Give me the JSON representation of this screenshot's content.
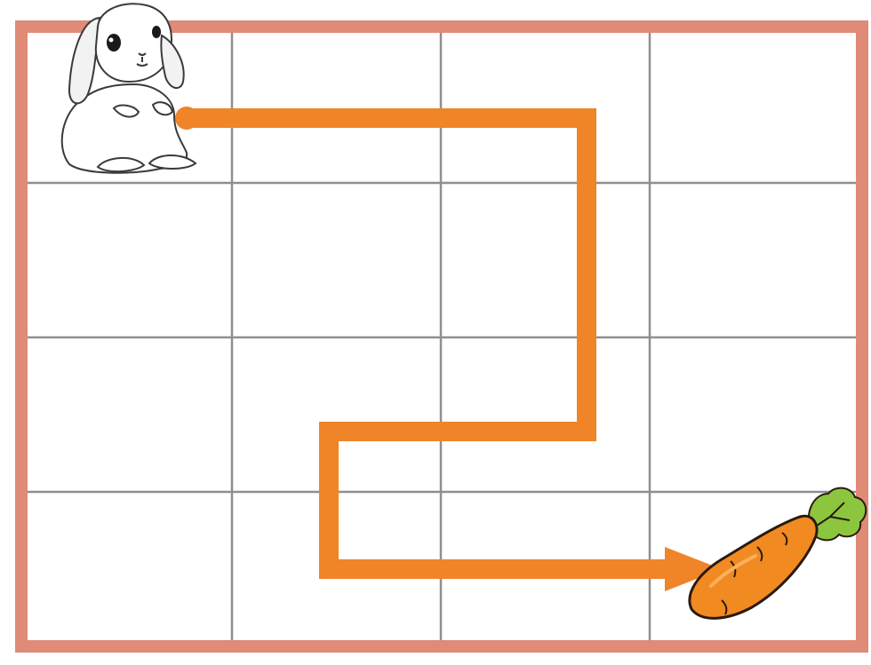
{
  "grid": {
    "rows": 4,
    "cols": 4,
    "border_color": "#e08a78",
    "line_color": "#8f8f8f",
    "background": "#ffffff"
  },
  "characters": {
    "start": {
      "icon": "rabbit-icon",
      "row": 1,
      "col": 1
    },
    "goal": {
      "icon": "carrot-icon",
      "row": 4,
      "col": 4
    }
  },
  "path": {
    "color": "#f08428",
    "arrowhead": true,
    "route_cells": [
      {
        "row": 1,
        "col": 1
      },
      {
        "row": 1,
        "col": 3
      },
      {
        "row": 3,
        "col": 3
      },
      {
        "row": 3,
        "col": 2
      },
      {
        "row": 4,
        "col": 2
      },
      {
        "row": 4,
        "col": 4
      }
    ]
  },
  "colors": {
    "carrot": "#f28a22",
    "carrot_outline": "#2a1a10",
    "carrot_leaves": "#8cc63f",
    "rabbit_outline": "#3a3a3a"
  }
}
